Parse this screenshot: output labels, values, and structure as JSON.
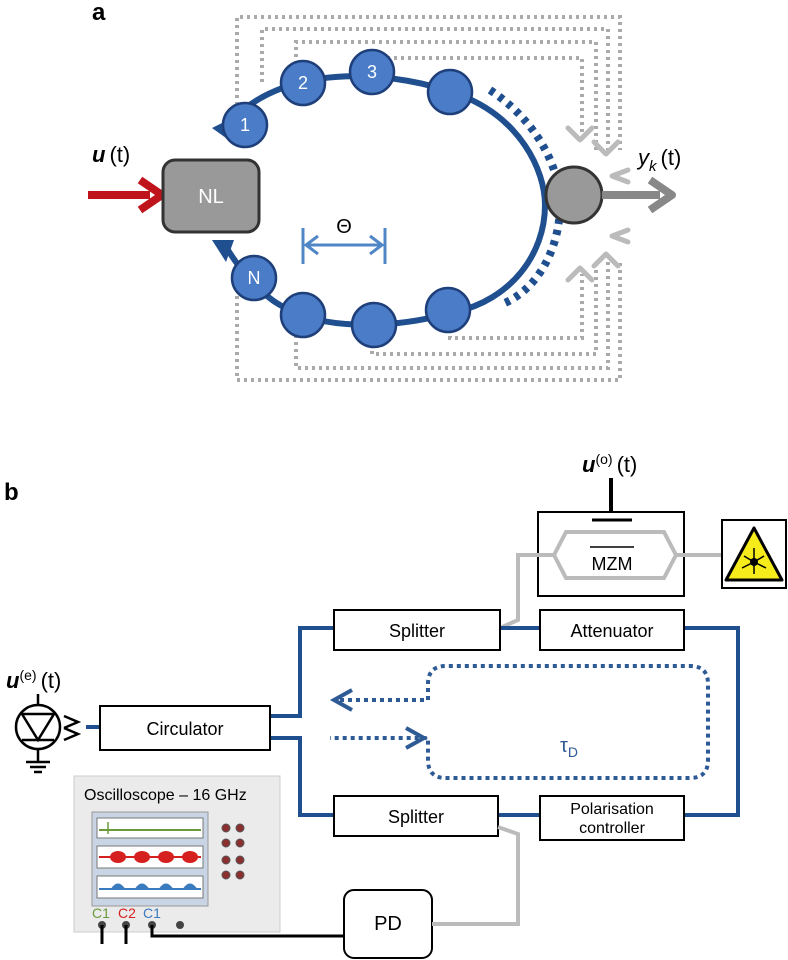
{
  "panel_a": {
    "letter": "a",
    "input_label_main": "u",
    "input_label_arg": "(t)",
    "nl_label": "NL",
    "node_labels": [
      "1",
      "2",
      "3",
      "N"
    ],
    "theta_label": "Θ",
    "output_label_main": "y",
    "output_label_sub": "k",
    "output_label_arg": "(t)"
  },
  "panel_b": {
    "letter": "b",
    "optical_input_main": "u",
    "optical_input_sup": "(o)",
    "optical_input_arg": "(t)",
    "electrical_input_main": "u",
    "electrical_input_sup": "(e)",
    "electrical_input_arg": "(t)",
    "mzm_label": "MZM",
    "splitter_top": "Splitter",
    "attenuator": "Attenuator",
    "circulator": "Circulator",
    "splitter_bottom": "Splitter",
    "polarisation_line1": "Polarisation",
    "polarisation_line2": "controller",
    "delay_main": "τ",
    "delay_sub": "D",
    "oscilloscope_title": "Oscilloscope – 16 GHz",
    "channel_labels": [
      "C1",
      "C2",
      "C1"
    ],
    "pd_label": "PD"
  },
  "colors": {
    "node_fill": "#4a7cc7",
    "node_stroke": "#1f3f7a",
    "loop": "#1f4f8f",
    "input_arrow": "#c0141c",
    "nl_box": "#999999",
    "feedback": "#aaaaaa",
    "theta": "#4f86c6",
    "fiber_gray": "#bbbbbb",
    "ch_green": "#6a9a3a",
    "ch_red": "#d62020",
    "ch_blue": "#3a7abf",
    "laser_yellow": "#f6ec1c"
  }
}
